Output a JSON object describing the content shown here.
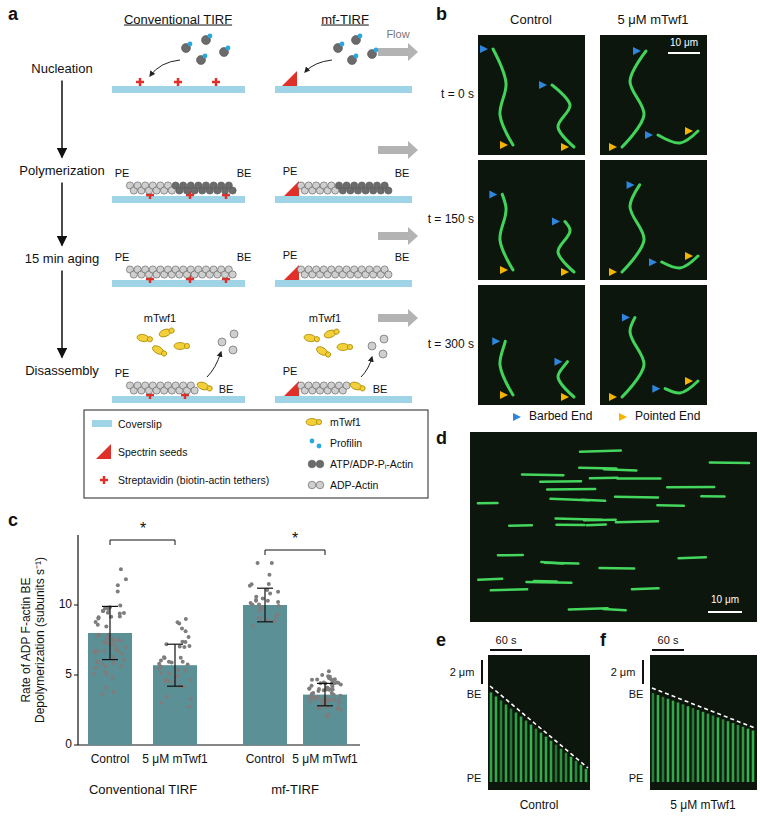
{
  "diagram": {
    "nodes": [
      {
        "text": [
          "Nucleation"
        ]
      },
      {
        "text": [
          "Polymerization"
        ]
      },
      {
        "text": [
          "15 min aging"
        ]
      },
      {
        "text": [
          "Disassembly"
        ]
      }
    ],
    "edges": [
      {
        "from": 0,
        "to": 1,
        "arrow": "to"
      },
      {
        "from": 1,
        "to": 2,
        "arrow": "to"
      },
      {
        "from": 2,
        "to": 3,
        "arrow": "to"
      }
    ],
    "labels": [
      "a",
      "Conventional TIRF",
      "mf-TIRF",
      "Flow",
      "PE",
      "BE",
      "PE",
      "BE",
      "PE",
      "BE",
      "PE",
      "BE",
      "mTwf1",
      "mTwf1",
      "PE",
      "BE",
      "PE",
      "BE",
      "b",
      "Control",
      "5 μM mTwf1",
      "t = 0 s",
      "t = 150 s",
      "t = 300 s",
      "10 μm",
      "c",
      "Rate of ADP F-actin BE Depolymerization (subunits s⁻¹)",
      "0",
      "5",
      "10",
      "*",
      "*",
      "Control",
      "5 μM mTwf1",
      "Control",
      "5 μM mTwf1",
      "Conventional TIRF",
      "mf-TIRF",
      "d",
      "10 μm",
      "e",
      "60 s",
      "2 μm",
      "BE",
      "PE",
      "Control",
      "f",
      "60 s",
      "2 μm",
      "BE",
      "PE",
      "5 μM mTwf1"
    ],
    "legend": [
      {
        "text": "Coverslip"
      },
      {
        "text": "Spectrin seeds"
      },
      {
        "text": "Streptavidin (biotin-actin tethers)"
      },
      {
        "text": "mTwf1"
      },
      {
        "text": "Profilin"
      },
      {
        "text": "ATP/ADP-Pᵢ-Actin"
      },
      {
        "text": "ADP-Actin"
      },
      {
        "text": "Barbed End"
      },
      {
        "text": "Pointed End"
      }
    ]
  }
}
